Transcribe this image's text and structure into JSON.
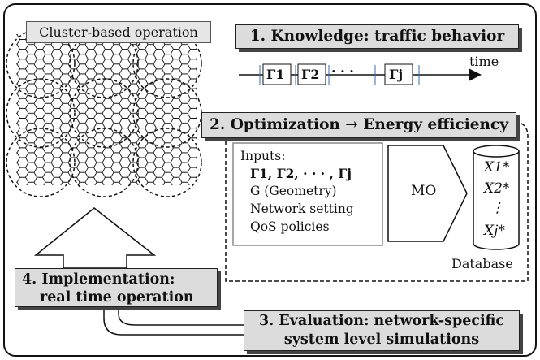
{
  "title": "",
  "cluster_label": "Cluster-based operation",
  "step1": {
    "label": "1. Knowledge: traffic behavior",
    "time_label": "time",
    "intervals": [
      "Γ1",
      "Γ2",
      "· · ·",
      "Γj"
    ]
  },
  "step2": {
    "label": "2. Optimization → Energy efficiency",
    "inputs_title": "Inputs:",
    "inputs": [
      "Γ1, Γ2, · · · , Γj",
      "G (Geometry)",
      "Network setting",
      "QoS policies"
    ],
    "optimizer_label": "MO",
    "database_label": "Database",
    "database_entries": [
      "X1*",
      "X2*",
      "⋮",
      "Xj*"
    ]
  },
  "step3": {
    "line1": "3. Evaluation: network-specific",
    "line2": "system level simulations"
  },
  "step4": {
    "line1": "4. Implementation:",
    "line2": "real time operation"
  }
}
